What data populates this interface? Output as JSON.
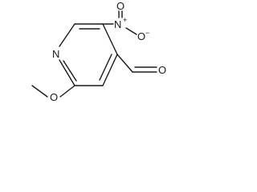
{
  "molecule": {
    "atoms": {
      "ring_nitrogen": "N",
      "nitro_nitrogen": "N",
      "nitro_nitrogen_charge": "+",
      "nitro_oxygen_top": "O",
      "nitro_oxygen_right": "O",
      "nitro_oxygen_charge": "−",
      "methoxy_oxygen": "O",
      "aldehyde_oxygen": "O"
    }
  }
}
